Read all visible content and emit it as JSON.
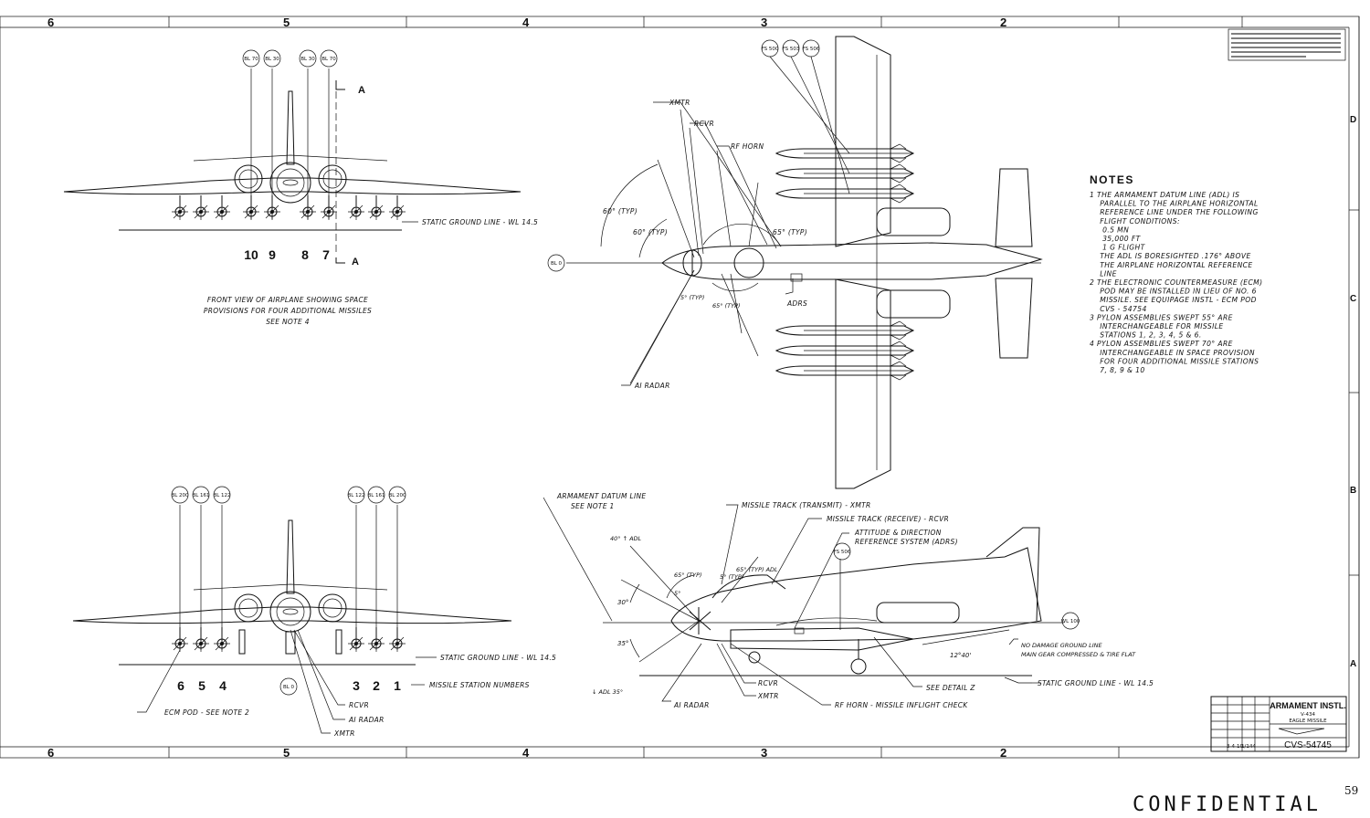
{
  "border": {
    "zones_top": [
      "6",
      "5",
      "4",
      "3",
      "2"
    ],
    "zones_bottom": [
      "6",
      "5",
      "4",
      "3",
      "2"
    ],
    "zones_right": [
      "D",
      "C",
      "B",
      "A"
    ]
  },
  "front_view_top": {
    "bubbles": [
      "BL 70",
      "BL 30",
      "BL 30",
      "BL 70"
    ],
    "station_numbers": [
      "10",
      "9",
      "8",
      "7"
    ],
    "section_marks": [
      "A",
      "A"
    ],
    "ground_line": "STATIC GROUND LINE - WL 14.5",
    "caption": [
      "FRONT VIEW OF AIRPLANE SHOWING SPACE",
      "PROVISIONS FOR FOUR ADDITIONAL MISSILES",
      "SEE NOTE 4"
    ]
  },
  "front_view_bottom": {
    "bubbles_left": [
      "BL 200",
      "BL 161",
      "BL 122"
    ],
    "bubbles_right": [
      "BL 122",
      "BL 161",
      "BL 200"
    ],
    "bubble_center": "BL 0",
    "station_numbers_left": [
      "6",
      "5",
      "4"
    ],
    "station_numbers_right": [
      "3",
      "2",
      "1"
    ],
    "ground_line": "STATIC GROUND LINE - WL 14.5",
    "station_caption": "MISSILE STATION NUMBERS",
    "ecm_label": "ECM POD - SEE NOTE 2",
    "rcvr": "RCVR",
    "ai_radar": "AI RADAR",
    "xmtr": "XMTR"
  },
  "plan_view": {
    "bubbles": [
      "FS 500",
      "FS 503",
      "FS 506"
    ],
    "bl_bubble": "BL 0",
    "xmtr": "XMTR",
    "rcvr": "RCVR",
    "rf_horn": "RF HORN",
    "angle_60_outer": "60° (TYP)",
    "angle_60_inner": "60° (TYP)",
    "angle_65_top": "65° (TYP)",
    "angle_5": "5° (TYP)",
    "angle_65_bottom": "65° (TYP)",
    "adrs": "ADRS",
    "ai_radar": "AI RADAR"
  },
  "side_view": {
    "adl_label": [
      "ARMAMENT DATUM LINE",
      "SEE NOTE 1"
    ],
    "missile_track_xmtr": "MISSILE TRACK (TRANSMIT) - XMTR",
    "missile_track_rcvr": "MISSILE TRACK (RECEIVE) - RCVR",
    "adrs_label": [
      "ATTITUDE & DIRECTION",
      "REFERENCE SYSTEM (ADRS)"
    ],
    "angle_40": "40° ↑ ADL",
    "angle_65a": "65° (TYP)",
    "angle_5a": "5° (TYP)",
    "angle_65b": "65° (TYP) ADL",
    "angle_5b": "5°",
    "angle_30": "30°",
    "angle_35": "35°",
    "angle_1adl": "↓ ADL 35°",
    "fs_bubble": "FS 506",
    "wl_bubble": "WL 100",
    "no_damage": [
      "NO DAMAGE GROUND LINE",
      "MAIN GEAR COMPRESSED & TIRE FLAT"
    ],
    "angle_1240": "12°40'",
    "detail_z": "SEE DETAIL Z",
    "ground_line": "STATIC GROUND LINE - WL 14.5",
    "rcvr": "RCVR",
    "xmtr": "XMTR",
    "ai_radar": "AI RADAR",
    "rf_horn": "RF HORN - MISSILE INFLIGHT CHECK"
  },
  "notes": {
    "title": "NOTES",
    "lines": [
      "1  THE ARMAMENT DATUM LINE (ADL) IS",
      "   PARALLEL TO THE AIRPLANE HORIZONTAL",
      "   REFERENCE LINE UNDER THE FOLLOWING",
      "   FLIGHT CONDITIONS:",
      "          0.5 MN",
      "          35,000 FT",
      "          1 G FLIGHT",
      "   THE ADL IS BORESIGHTED .176° ABOVE",
      "   THE AIRPLANE HORIZONTAL REFERENCE",
      "   LINE",
      "2  THE ELECTRONIC COUNTERMEASURE (ECM)",
      "   POD MAY BE INSTALLED IN LIEU OF NO. 6",
      "   MISSILE. SEE EQUIPAGE INSTL - ECM POD",
      "   CVS - 54754",
      "3  PYLON ASSEMBLIES SWEPT 55° ARE",
      "   INTERCHANGEABLE FOR MISSILE",
      "   STATIONS 1, 2, 3, 4, 5 & 6.",
      "4  PYLON ASSEMBLIES SWEPT 70° ARE",
      "   INTERCHANGEABLE IN SPACE PROVISION",
      "   FOR FOUR ADDITIONAL MISSILE STATIONS",
      "   7, 8, 9 & 10"
    ]
  },
  "title_block": {
    "title": "ARMAMENT INSTL.",
    "model": "V-434",
    "subtitle": "EAGLE MISSILE",
    "drawing_no": "CVS-54745",
    "date": "3-4-10",
    "scale": "1/144"
  },
  "footer": {
    "classification": "CONFIDENTIAL",
    "page_number": "59"
  }
}
